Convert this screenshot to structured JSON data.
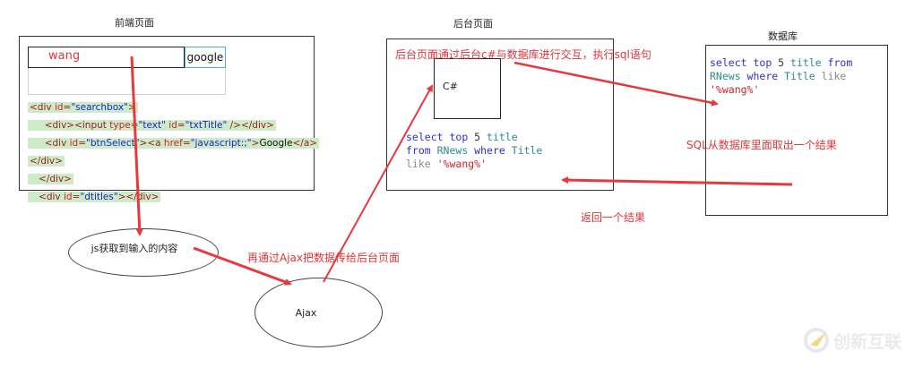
{
  "frontend": {
    "title": "前端页面",
    "input_value": "wang",
    "button_label": "google",
    "code_lines": [
      {
        "indent": "",
        "parts": [
          [
            "tag",
            "<div "
          ],
          [
            "attr",
            "id"
          ],
          [
            "tag",
            "="
          ],
          [
            "val",
            "\"searchbox\""
          ],
          [
            "tag",
            ">"
          ]
        ]
      },
      {
        "indent": "     ",
        "parts": [
          [
            "tag",
            "<div><input "
          ],
          [
            "attr",
            "type"
          ],
          [
            "tag",
            "="
          ],
          [
            "val",
            "\"text\" "
          ],
          [
            "attr",
            "id"
          ],
          [
            "tag",
            "="
          ],
          [
            "val",
            "\"txtTitle\""
          ],
          [
            "tag",
            " /></div>"
          ]
        ]
      },
      {
        "indent": "     ",
        "parts": [
          [
            "tag",
            "<div "
          ],
          [
            "attr",
            "id"
          ],
          [
            "tag",
            "="
          ],
          [
            "val",
            "\"btnSelect\""
          ],
          [
            "tag",
            "><a "
          ],
          [
            "attr",
            "href"
          ],
          [
            "tag",
            "="
          ],
          [
            "val",
            "\"javascript:;\""
          ],
          [
            "tag",
            ">"
          ],
          [
            "plain",
            "Google"
          ],
          [
            "tag",
            "</a>"
          ]
        ]
      },
      {
        "indent": "",
        "parts": [
          [
            "tag",
            "</div>"
          ]
        ]
      },
      {
        "indent": "   ",
        "parts": [
          [
            "tag",
            "</div>"
          ]
        ]
      },
      {
        "indent": "   ",
        "parts": [
          [
            "tag",
            "<div "
          ],
          [
            "attr",
            "id"
          ],
          [
            "tag",
            "="
          ],
          [
            "val",
            "\"dtitles\""
          ],
          [
            "tag",
            "></div>"
          ]
        ]
      }
    ]
  },
  "backend": {
    "title": "后台页面",
    "note": "后台页面通过后台c#与数据库进行交互，执行sql语句",
    "inner_box_label": "C#",
    "sql": [
      [
        [
          "kw",
          "select "
        ],
        [
          "kw",
          "top "
        ],
        [
          "num",
          "5 "
        ],
        [
          "id",
          "title"
        ]
      ],
      [
        [
          "kw",
          "from "
        ],
        [
          "id",
          "RNews "
        ],
        [
          "kw",
          "where "
        ],
        [
          "id",
          "Title"
        ]
      ],
      [
        [
          "gray",
          "like "
        ],
        [
          "str",
          "'%wang%'"
        ]
      ]
    ]
  },
  "database": {
    "title": "数据库",
    "sql": [
      [
        [
          "kw",
          "select "
        ],
        [
          "kw",
          "top "
        ],
        [
          "num",
          "5 "
        ],
        [
          "id",
          "title "
        ],
        [
          "kw",
          "from"
        ]
      ],
      [
        [
          "id",
          "RNews "
        ],
        [
          "kw",
          "where "
        ],
        [
          "id",
          "Title "
        ],
        [
          "gray",
          "like"
        ]
      ],
      [
        [
          "str",
          "'%wang%'"
        ]
      ]
    ],
    "result_note": "SQL从数据库里面取出一个结果"
  },
  "flow": {
    "js_node": "js获取到输入的内容",
    "ajax_node": "Ajax",
    "ajax_note": "再通过Ajax把数据传给后台页面",
    "return_note": "返回一个结果"
  },
  "watermark": {
    "text": "创新互联"
  },
  "colors": {
    "arrow": "#e8383d",
    "code_bg": "#cdebc8"
  }
}
